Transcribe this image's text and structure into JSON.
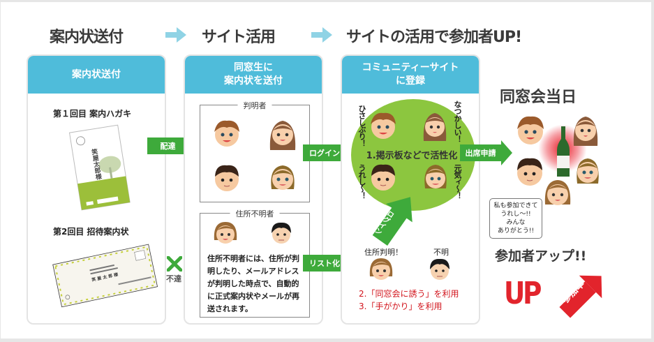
{
  "headline": {
    "step1": "案内状送付",
    "step2": "サイト活用",
    "step3": "サイトの活用で参加者UP!",
    "arrow_icon": "right-arrow-icon",
    "arrow_color": "#8fd3e5"
  },
  "colors": {
    "card_header": "#4fbcda",
    "green_arrow": "#3eaa3b",
    "circle": "#8cc63f",
    "red": "#d2141c"
  },
  "card1": {
    "title": "案内状送付",
    "first": {
      "label": "第１回目 案内ハガキ",
      "postcard_name": "笑屋太郎様"
    },
    "second": {
      "label": "第2回目 招待案内状",
      "envelope_name": "笑 屋 太 郎 様"
    }
  },
  "arrows": {
    "delivered": "配達",
    "undelivered": "不達",
    "login": "ログイン",
    "listing": "リスト化",
    "attend": "出席申請",
    "login_up": "ログイン"
  },
  "card2": {
    "title_line1": "同窓生に",
    "title_line2": "案内状を送付",
    "known_box_label": "判明者",
    "unknown_box_label": "住所不明者",
    "unknown_note": "住所不明者には、住所が判明したり、メールアドレスが判明した時点で、自動的に正式案内状やメールが再送されます。"
  },
  "card3": {
    "title_line1": "コミュニティーサイト",
    "title_line2": "に登録",
    "circle_text": "1.掲示板などで活性化",
    "speech": [
      "ひさしぶり！",
      "なつかしい！",
      "うれし〜！",
      "元気ィ〜！"
    ],
    "found_label": "住所判明！",
    "unknown_label": "不明",
    "step2": "2.「同窓会に誘う」を利用",
    "step3": "3.「手がかり」を利用"
  },
  "reunion": {
    "title": "同窓会当日",
    "bubble": [
      "私も参加できて",
      "うれし〜!!",
      "みんな",
      "ありがとう!!"
    ],
    "result": "参加者アップ!!",
    "up": "UP",
    "rate": "参加率"
  }
}
